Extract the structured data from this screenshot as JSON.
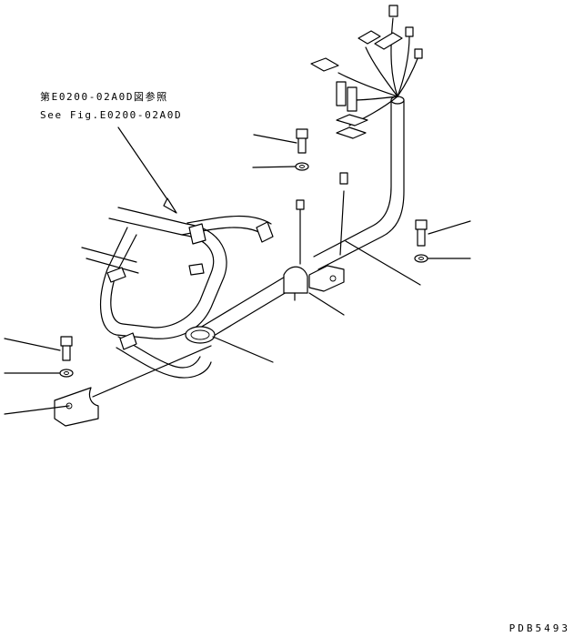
{
  "diagram": {
    "reference_note_jp": "第E0200-02A0D図参照",
    "reference_note_en": "See Fig.E0200-02A0D",
    "drawing_id": "PDB5493"
  }
}
